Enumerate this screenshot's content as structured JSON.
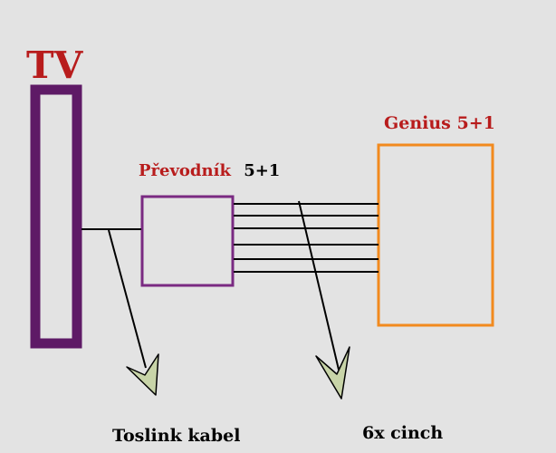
{
  "labels": {
    "tv": "TV",
    "converter": "Převodník",
    "converter_suffix": "5+1",
    "genius": "Genius 5+1",
    "toslink": "Toslink kabel",
    "cinch": "6x cinch"
  },
  "colors": {
    "background": "#e3e3e3",
    "tv": "#5e1a66",
    "tv_label": "#b81c1c",
    "converter": "#7a2a82",
    "converter_label": "#b81c1c",
    "genius": "#f28a1e",
    "genius_label": "#b81c1c",
    "lines": "#000000",
    "arrowhead": "#c8d4a8"
  },
  "cinch_count": 6
}
